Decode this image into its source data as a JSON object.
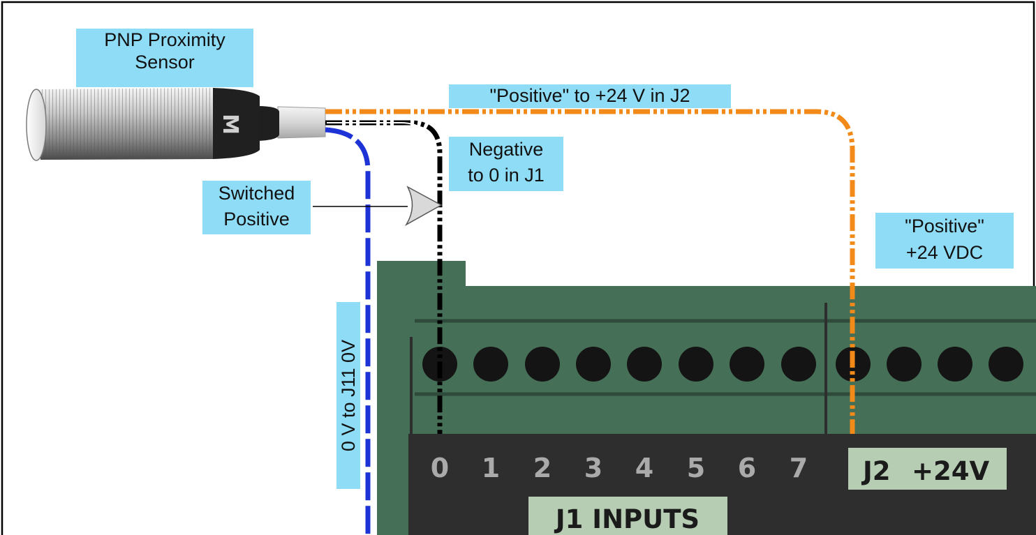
{
  "labels": {
    "sensor_title_line1": "PNP Proximity",
    "sensor_title_line2": "Sensor",
    "positive_wire": "\"Positive\" to +24 V in J2",
    "negative_line1": "Negative",
    "negative_line2": "to 0 in J1",
    "switched_line1": "Switched",
    "switched_line2": "Positive",
    "positive_vdc_line1": "\"Positive\"",
    "positive_vdc_line2": "+24 VDC",
    "zero_v": "0 V to J11 0V"
  },
  "board": {
    "terminal_numbers": [
      "0",
      "1",
      "2",
      "3",
      "4",
      "5",
      "6",
      "7"
    ],
    "j2_label": "J2",
    "j2_voltage": "+24V",
    "j1_label": "J1 INPUTS"
  },
  "colors": {
    "board_green": "#456f57",
    "board_dark": "#2e2e2e",
    "label_bg": "#8fdcf7",
    "tag_bg": "#b6cdb3",
    "orange_wire": "#f28a1a",
    "blue_wire": "#1d33d6",
    "black_wire": "#000000"
  }
}
